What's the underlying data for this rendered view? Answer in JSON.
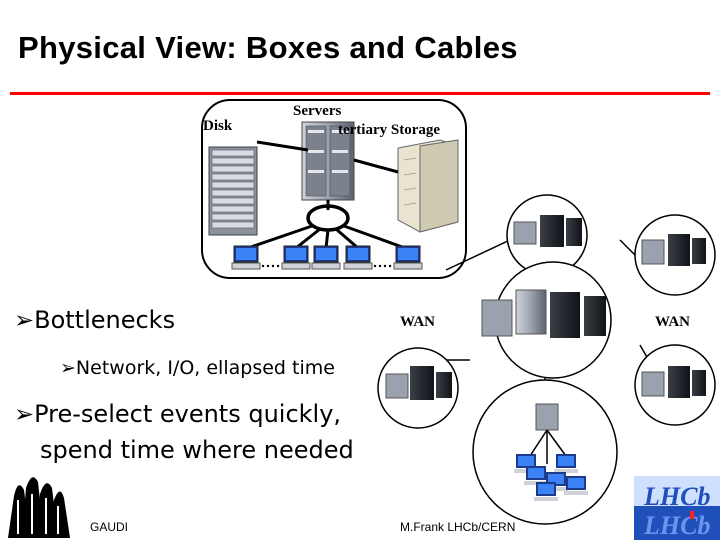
{
  "slide": {
    "title": "Physical View: Boxes and Cables",
    "accent_color": "#ff0000"
  },
  "diagram": {
    "labels": {
      "disk": "Disk",
      "servers": "Servers",
      "tertiary_storage": "tertiary Storage",
      "wan_left": "WAN",
      "wan_right": "WAN"
    }
  },
  "bullets": [
    {
      "text": "Bottlenecks",
      "level": 1
    },
    {
      "text": "Network, I/O, ellapsed time",
      "level": 2
    },
    {
      "text": "Pre-select events quickly,",
      "level": 1
    },
    {
      "text": "spend time where needed",
      "level": 1
    }
  ],
  "footer": {
    "left": "GAUDI",
    "right": "M.Frank LHCb/CERN",
    "logo_text": "LHCb"
  },
  "icons": {
    "bullet": "arrow-bullet-icon",
    "cern_logo": "cern-logo-icon",
    "lhcb_logo": "lhcb-logo-icon"
  }
}
